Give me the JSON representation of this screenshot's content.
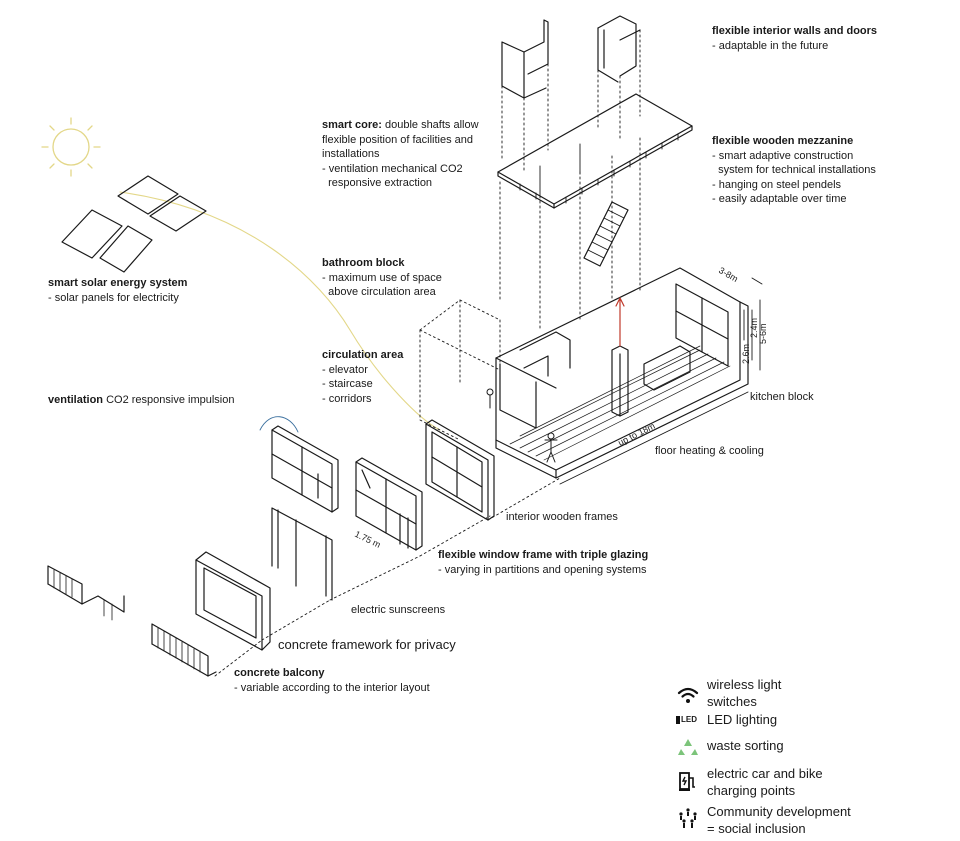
{
  "labels": {
    "interior_walls": {
      "title": "flexible interior walls and doors",
      "lines": [
        "- adaptable in the future"
      ]
    },
    "mezzanine": {
      "title": "flexible wooden mezzanine",
      "lines": [
        "- smart adaptive construction",
        "  system for technical installations",
        "- hanging on steel pendels",
        "- easily adaptable over time"
      ]
    },
    "smart_core": {
      "title": "smart core:",
      "title_rest": " double shafts allow",
      "lines": [
        "flexible position of facilities and",
        "installations",
        "- ventilation mechanical CO2",
        "  responsive extraction"
      ]
    },
    "solar": {
      "title": "smart solar energy system",
      "lines": [
        "- solar panels for electricity"
      ]
    },
    "bathroom": {
      "title": "bathroom block",
      "lines": [
        "- maximum use of space",
        "  above circulation area"
      ]
    },
    "circulation": {
      "title": "circulation area",
      "lines": [
        "- elevator",
        "- staircase",
        "- corridors"
      ]
    },
    "ventilation": {
      "title": "ventilation",
      "title_rest": " CO2 responsive impulsion"
    },
    "kitchen": {
      "text": "kitchen block"
    },
    "floor_heating": {
      "text": "floor heating & cooling"
    },
    "interior_frames": {
      "text": "interior wooden frames"
    },
    "window_frame": {
      "title": "flexible window frame with triple glazing",
      "lines": [
        "- varying in partitions and opening systems"
      ]
    },
    "sunscreens": {
      "text": "electric sunscreens"
    },
    "concrete_frame": {
      "text": "concrete framework for privacy"
    },
    "balcony": {
      "title": "concrete balcony",
      "lines": [
        "- variable according to the interior layout"
      ]
    }
  },
  "dimensions": {
    "depth": "3-8m",
    "h1": "2.4m",
    "h2": "5-6m",
    "h3": "2.6m",
    "length": "up to 18m",
    "window_width": "1.75 m"
  },
  "legend": [
    {
      "icon": "wifi-icon",
      "lines": [
        "wireless light",
        "switches"
      ]
    },
    {
      "icon": "led-icon",
      "icon_text": "LED",
      "lines": [
        "LED lighting"
      ]
    },
    {
      "icon": "recycle-icon",
      "lines": [
        "waste sorting"
      ],
      "color": "#7cc47a"
    },
    {
      "icon": "charging-station-icon",
      "lines": [
        "electric car and bike",
        "charging points"
      ]
    },
    {
      "icon": "community-icon",
      "lines": [
        "Community development",
        "= social inclusion"
      ]
    }
  ],
  "colors": {
    "line": "#1a1a1a",
    "sun": "#e3d788",
    "arrow": "#c0392b",
    "recycle": "#7cc47a"
  }
}
